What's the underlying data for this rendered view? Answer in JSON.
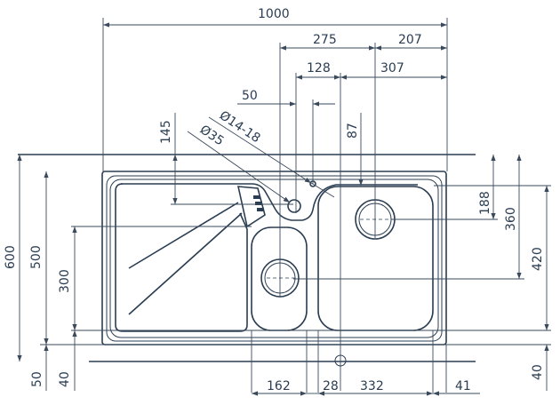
{
  "drawing": {
    "subject": "sink",
    "line_color": "#2a3d52",
    "background": "#ffffff",
    "dimensions": {
      "overall_width": "1000",
      "top_275": "275",
      "top_207": "207",
      "top_128": "128",
      "top_307": "307",
      "top_50": "50",
      "hole_small": "Ø14-18",
      "hole_tap": "Ø35",
      "v_145": "145",
      "v_87": "87",
      "left_600": "600",
      "left_500": "500",
      "left_300": "300",
      "left_50": "50",
      "left_40": "40",
      "right_188": "188",
      "right_360": "360",
      "right_420": "420",
      "right_40": "40",
      "bottom_162": "162",
      "bottom_28": "28",
      "bottom_332": "332",
      "bottom_41": "41"
    }
  }
}
